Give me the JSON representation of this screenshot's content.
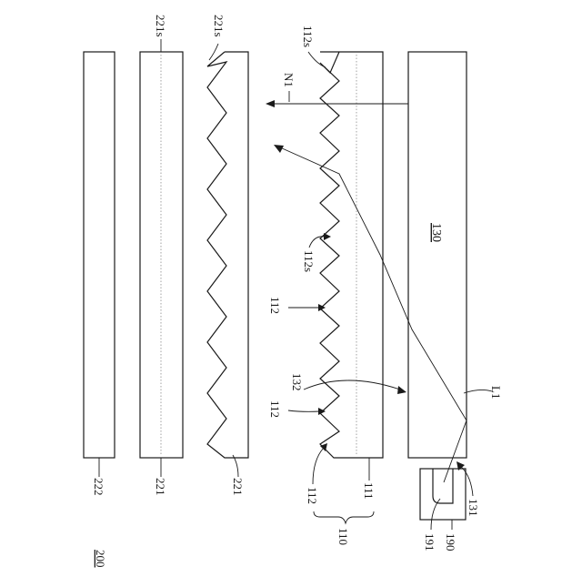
{
  "figure_label": "200",
  "labels": {
    "l222": "222",
    "l221_a": "221",
    "l221_b": "221",
    "l221s_a": "221s",
    "l221s_b": "221s",
    "l112s_top": "112s",
    "l112s_mid": "112s",
    "l112_a": "112",
    "l112_b": "112",
    "l112_c": "112",
    "l132": "132",
    "l111": "111",
    "l110": "110",
    "l130": "130",
    "lN1": "N1",
    "lL1": "L1",
    "l131": "131",
    "l191": "191",
    "l190": "190"
  },
  "colors": {
    "ink": "#1a1a1a",
    "dotted": "#8a8a8a",
    "background": "#ffffff"
  }
}
